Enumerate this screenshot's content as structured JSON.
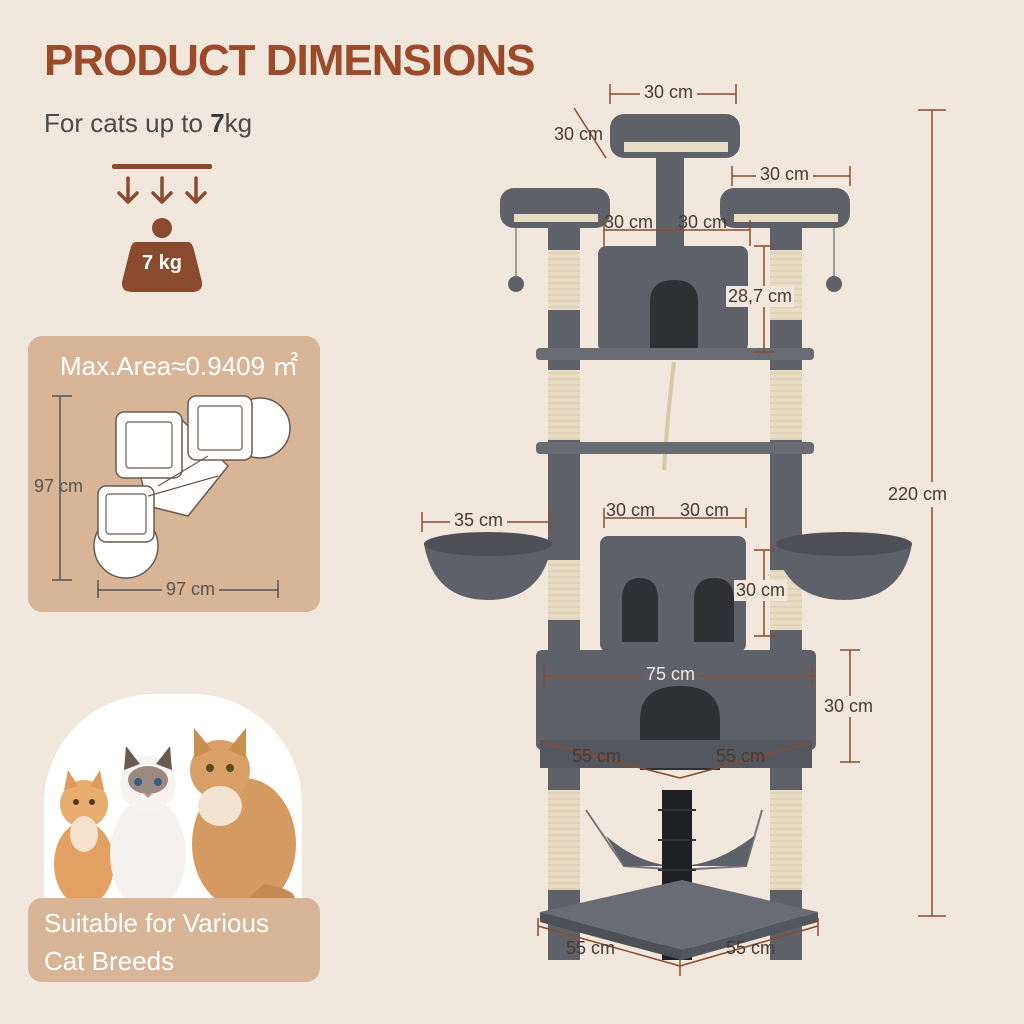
{
  "header": {
    "title": "PRODUCT DIMENSIONS",
    "subtitle_prefix": "For cats up to ",
    "subtitle_value": "7",
    "subtitle_unit": "kg"
  },
  "weight_icon": {
    "label": "7 kg"
  },
  "area_card": {
    "title": "Max.Area≈0.9409 ㎡",
    "height_label": "97 cm",
    "width_label": "97 cm"
  },
  "cats_card": {
    "caption": "Suitable for Various Cat Breeds"
  },
  "tower": {
    "top_width": "30 cm",
    "top_depth": "30 cm",
    "right_platform_width": "30 cm",
    "upper_house_width": "30 cm",
    "upper_house_depth": "30 cm",
    "upper_house_height": "28,7 cm",
    "basket_width": "35 cm",
    "middle_house_width": "30 cm",
    "middle_house_depth": "30 cm",
    "middle_house_height": "30 cm",
    "condo_width": "75 cm",
    "condo_height": "30 cm",
    "condo_left_depth": "55 cm",
    "condo_right_depth": "55 cm",
    "base_left": "55 cm",
    "base_right": "55 cm",
    "total_height": "220 cm"
  },
  "colors": {
    "brand": "#9b4a2a",
    "background": "#f1e7dc",
    "card": "#d8b596",
    "plush": "#5f6168",
    "sisal": "#e8dcc4",
    "dim_line": "#8a4a2e"
  }
}
